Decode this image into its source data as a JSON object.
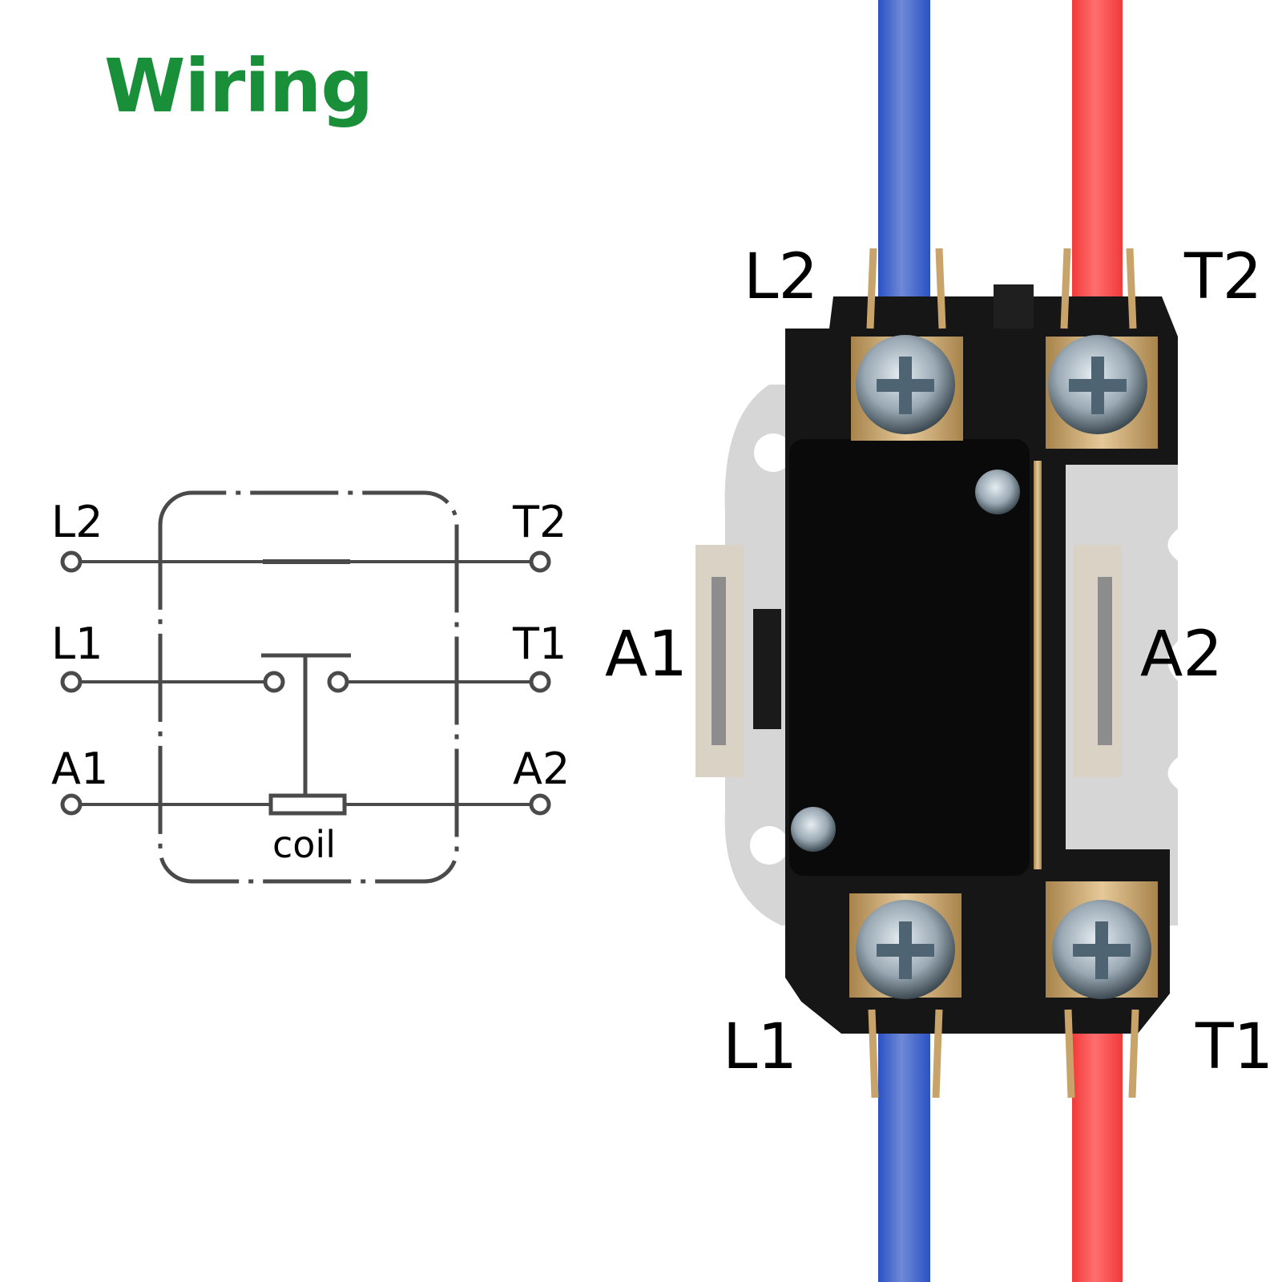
{
  "title": {
    "text": "Wiring",
    "color": "#1a8f3a"
  },
  "schematic": {
    "line_color": "#4a4a4a",
    "terminals": {
      "L2": "L2",
      "L1": "L1",
      "A1": "A1",
      "T2": "T2",
      "T1": "T1",
      "A2": "A2"
    },
    "coil_label": "coil"
  },
  "photo": {
    "labels": {
      "L2": "L2",
      "T2": "T2",
      "A1": "A1",
      "A2": "A2",
      "L1": "L1",
      "T1": "T1"
    },
    "wire_colors": {
      "line_side": "#3a5fcf",
      "load_side": "#f24a4a"
    },
    "colors": {
      "housing": "#141414",
      "bracket": "#d4d4d4",
      "terminal_brass": "#c9a46a",
      "screw": "#aab6bf",
      "coil_clip": "#d9d2c5"
    }
  }
}
